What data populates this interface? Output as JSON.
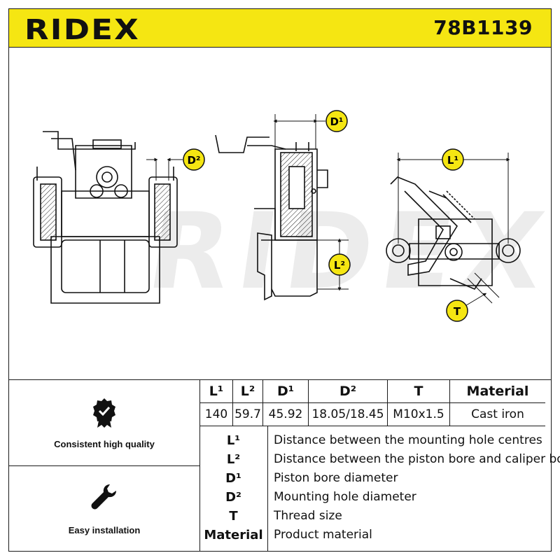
{
  "header": {
    "brand": "RIDEX",
    "part_number": "78B1139",
    "brand_color": "#f5e612"
  },
  "drawing": {
    "watermark": "RIDEX",
    "callouts": {
      "d1": "D¹",
      "d2": "D²",
      "l1": "L¹",
      "l2": "L²",
      "t": "T"
    }
  },
  "features": [
    {
      "label": "Consistent high quality",
      "icon": "quality-check-icon"
    },
    {
      "label": "Easy installation",
      "icon": "wrench-icon"
    }
  ],
  "specs": {
    "headers": [
      "L¹",
      "L²",
      "D¹",
      "D²",
      "T",
      "Material"
    ],
    "values": [
      "140",
      "59.7",
      "45.92",
      "18.05/18.45",
      "M10x1.5",
      "Cast iron"
    ]
  },
  "legend": [
    {
      "key": "L¹",
      "desc": "Distance between the mounting hole centres"
    },
    {
      "key": "L²",
      "desc": "Distance between the piston bore and caliper body"
    },
    {
      "key": "D¹",
      "desc": "Piston bore diameter"
    },
    {
      "key": "D²",
      "desc": "Mounting hole diameter"
    },
    {
      "key": "T",
      "desc": "Thread size"
    },
    {
      "key": "Material",
      "desc": "Product material"
    }
  ]
}
